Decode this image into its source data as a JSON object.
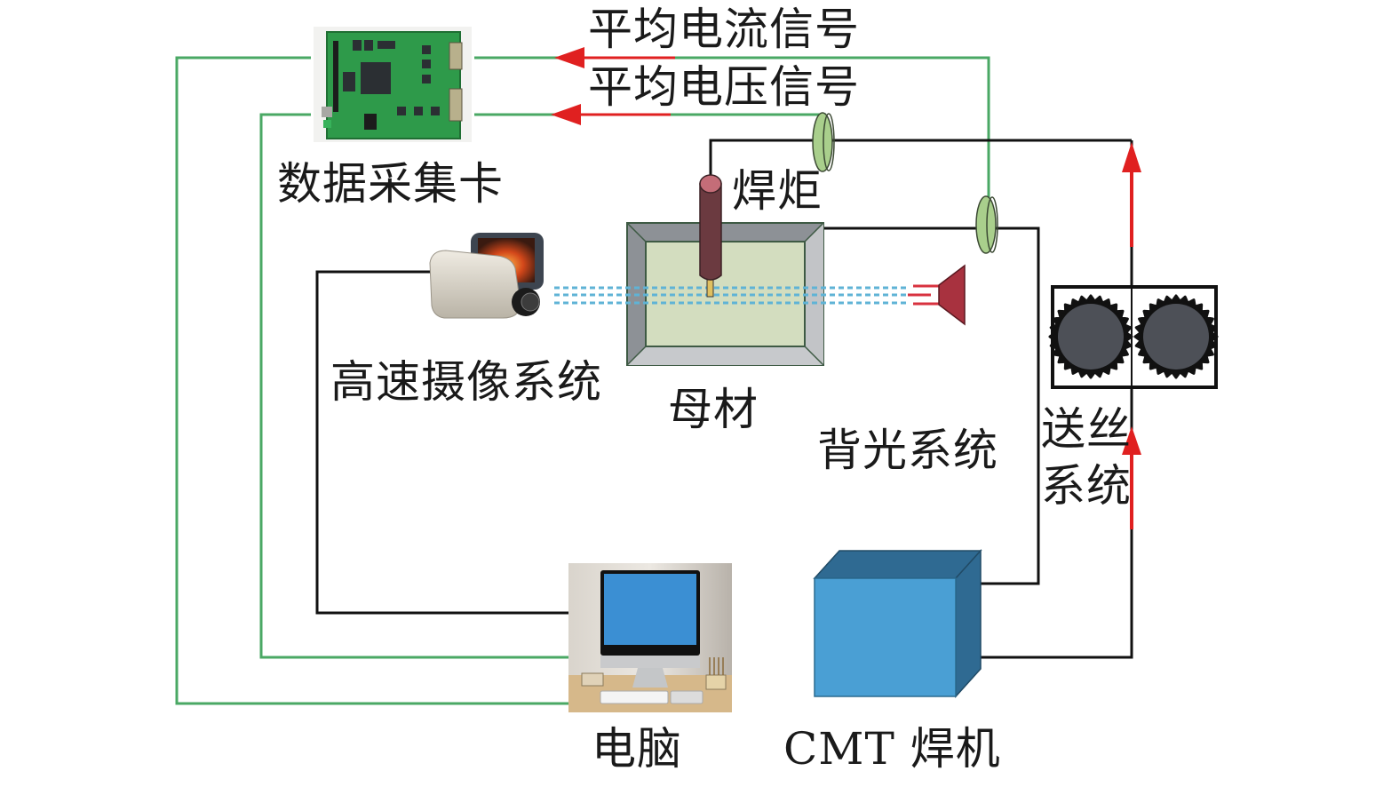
{
  "title": "CMT welding high-speed imaging and signal acquisition system schematic",
  "labels": {
    "daq_card": "数据采集卡",
    "avg_current_signal": "平均电流信号",
    "avg_voltage_signal": "平均电压信号",
    "torch": "焊炬",
    "high_speed_camera": "高速摄像系统",
    "base_metal": "母材",
    "backlight": "背光系统",
    "wire_feed_line1": "送丝",
    "wire_feed_line2": "系统",
    "computer": "电脑",
    "cmt_welder": "CMT 焊机"
  },
  "colors": {
    "signal_wire": "#4aa864",
    "power_wire": "#111111",
    "arrow": "#e02020",
    "sensor": "#a9cf8c",
    "plate_inner": "#d3ddbf",
    "plate_frame": "#8d9196",
    "torch": "#6b3a40",
    "torch_top": "#c46d78",
    "backlight_lamp": "#a8323f",
    "beam": "#5fb3d6",
    "welder_front": "#4a9fd4",
    "welder_side": "#2f6a92",
    "gear": "#4d5057",
    "pcb": "#2e9a4a",
    "monitor_screen": "#3b8fd3"
  },
  "components": [
    {
      "id": "daq_card",
      "label_key": "daq_card"
    },
    {
      "id": "high_speed_camera",
      "label_key": "high_speed_camera"
    },
    {
      "id": "torch",
      "label_key": "torch"
    },
    {
      "id": "base_metal",
      "label_key": "base_metal"
    },
    {
      "id": "backlight",
      "label_key": "backlight"
    },
    {
      "id": "wire_feeder",
      "label_key": "wire_feed_line1"
    },
    {
      "id": "computer",
      "label_key": "computer"
    },
    {
      "id": "cmt_welder",
      "label_key": "cmt_welder"
    }
  ]
}
